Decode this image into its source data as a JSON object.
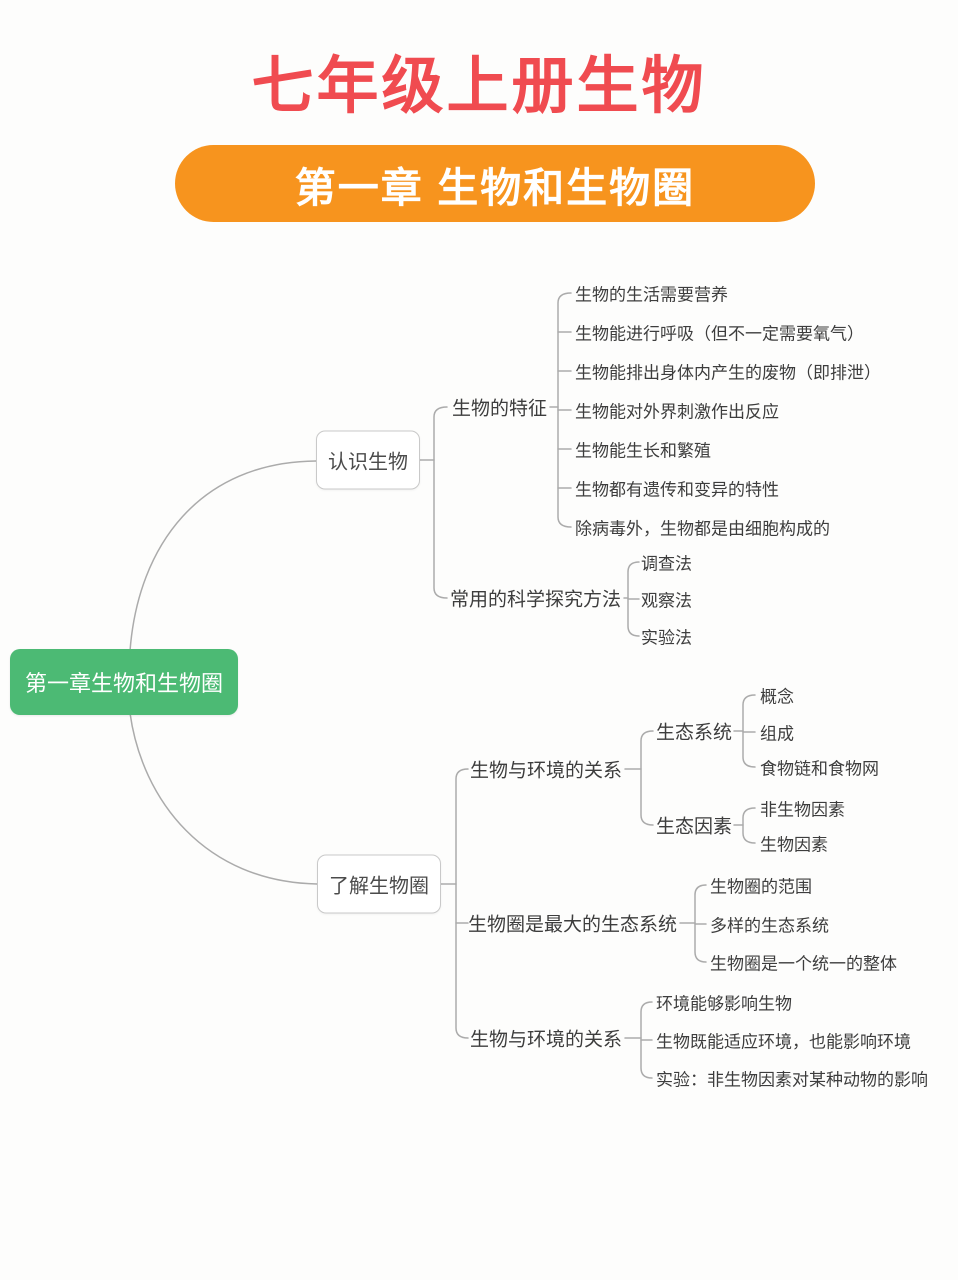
{
  "header": {
    "title": "七年级上册生物",
    "chapter": "第一章 生物和生物圈"
  },
  "colors": {
    "title_red": "#f04b50",
    "banner_orange": "#f7941e",
    "root_green": "#4cba74",
    "line_gray": "#ababab",
    "text_dark": "#3d3d3d"
  },
  "mindmap": {
    "root": "第一章生物和生物圈",
    "branches": [
      {
        "label": "认识生物",
        "children": [
          {
            "label": "生物的特征",
            "children": [
              "生物的生活需要营养",
              "生物能进行呼吸（但不一定需要氧气）",
              "生物能排出身体内产生的废物（即排泄）",
              "生物能对外界刺激作出反应",
              "生物能生长和繁殖",
              "生物都有遗传和变异的特性",
              "除病毒外，生物都是由细胞构成的"
            ]
          },
          {
            "label": "常用的科学探究方法",
            "children": [
              "调查法",
              "观察法",
              "实验法"
            ]
          }
        ]
      },
      {
        "label": "了解生物圈",
        "children": [
          {
            "label": "生物与环境的关系",
            "children": [
              {
                "label": "生态系统",
                "children": [
                  "概念",
                  "组成",
                  "食物链和食物网"
                ]
              },
              {
                "label": "生态因素",
                "children": [
                  "非生物因素",
                  "生物因素"
                ]
              }
            ]
          },
          {
            "label": "生物圈是最大的生态系统",
            "children": [
              "生物圈的范围",
              "多样的生态系统",
              "生物圈是一个统一的整体"
            ]
          },
          {
            "label": "生物与环境的关系",
            "children": [
              "环境能够影响生物",
              "生物既能适应环境，也能影响环境",
              "实验：非生物因素对某种动物的影响"
            ]
          }
        ]
      }
    ]
  }
}
